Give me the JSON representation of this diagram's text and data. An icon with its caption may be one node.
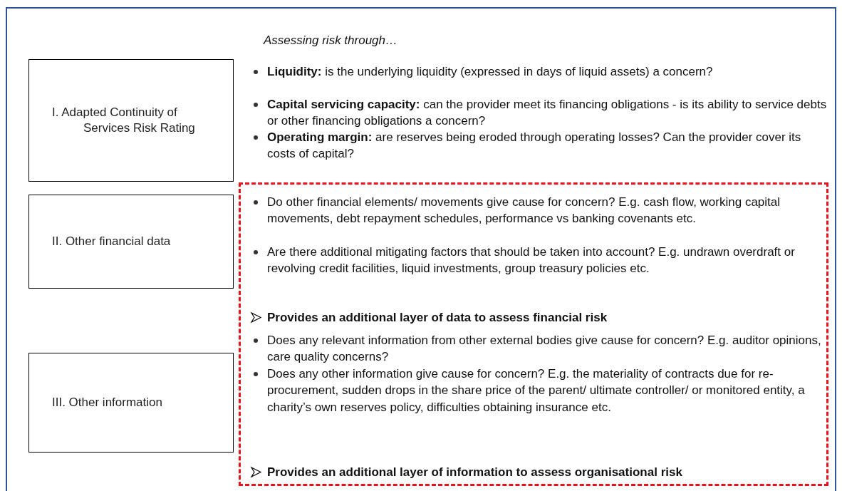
{
  "diagram": {
    "title": "Assessing risk through…",
    "nodes": [
      {
        "text": [
          "I. Adapted Continuity of Services Risk Rating"
        ]
      },
      {
        "text": [
          "II. Other financial data"
        ]
      },
      {
        "text": [
          "III. Other information"
        ]
      }
    ],
    "labels": [
      "**Liquidity:** is the underlying liquidity (expressed in days of liquid assets) a concern?",
      "**Capital servicing capacity:** can the provider meet its financing obligations - is its ability to service debts or other financing obligations a concern?",
      "**Operating margin:** are reserves being eroded through operating losses? Can the provider cover its costs of capital?",
      "Do other financial elements/ movements give cause for concern? E.g. cash flow, working capital movements, debt repayment schedules, performance vs banking covenants etc.",
      "Are there additional mitigating factors that should be taken into account? E.g. undrawn overdraft or revolving credit facilities, liquid investments, group treasury policies etc.",
      "Provides an additional layer of data to assess financial risk",
      "Does any relevant information from other external bodies give cause for concern? E.g. auditor opinions, care quality concerns?",
      "Does any other information give cause for concern? E.g. the materiality of contracts due for re-procurement, sudden drops in the share price of the parent/ ultimate controller/ or monitored entity, a charity’s own reserves policy, difficulties obtaining insurance etc.",
      "Provides an additional layer of information to assess organisational risk"
    ]
  }
}
